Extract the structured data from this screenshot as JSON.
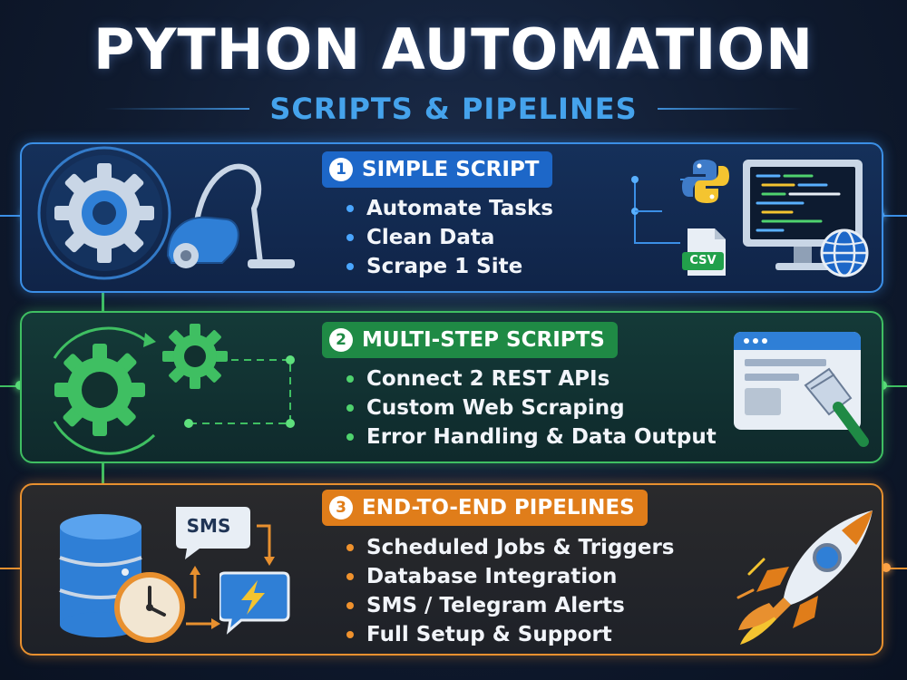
{
  "header": {
    "title": "PYTHON AUTOMATION",
    "subtitle": "SCRIPTS & PIPELINES"
  },
  "tiers": [
    {
      "number": "1",
      "title": "SIMPLE SCRIPT",
      "accent": "#3b8fe6",
      "items": [
        "Automate Tasks",
        "Clean Data",
        "Scrape 1 Site"
      ],
      "icons": [
        "gear-icon",
        "vacuum-cleaner-icon",
        "python-logo-icon",
        "csv-file-icon",
        "monitor-code-icon",
        "globe-icon"
      ],
      "badge": "CSV"
    },
    {
      "number": "2",
      "title": "MULTI-STEP SCRIPTS",
      "accent": "#3fbf62",
      "items": [
        "Connect 2 REST APIs",
        "Custom Web Scraping",
        "Error Handling & Data Output"
      ],
      "icons": [
        "gears-icon",
        "browser-window-icon",
        "scraper-tool-icon"
      ]
    },
    {
      "number": "3",
      "title": "END-TO-END PIPELINES",
      "accent": "#e8902f",
      "items": [
        "Scheduled Jobs & Triggers",
        "Database Integration",
        "SMS / Telegram Alerts",
        "Full Setup & Support"
      ],
      "icons": [
        "database-icon",
        "clock-icon",
        "sms-bubble-icon",
        "lightning-bubble-icon",
        "rocket-icon"
      ],
      "badge": "SMS"
    }
  ]
}
